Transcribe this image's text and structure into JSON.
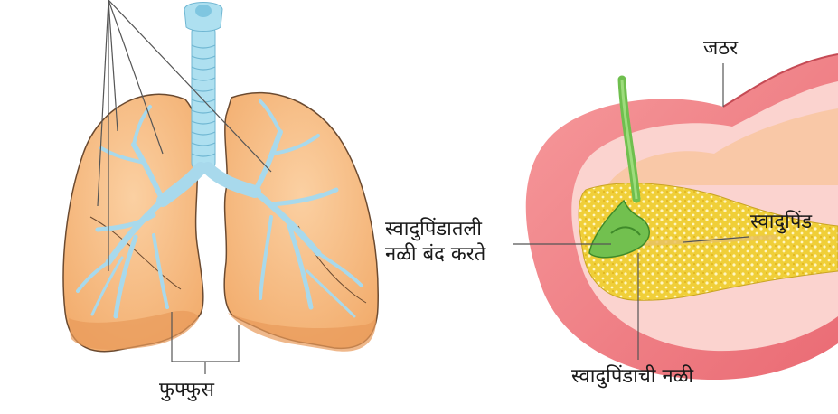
{
  "labels": {
    "lungs": "फुफ्फुस",
    "stomach": "जठर",
    "pancreas": "स्वादुपिंड",
    "blocked_duct_line1": "स्वादुपिंडातली",
    "blocked_duct_line2": "नळी बंद करते",
    "pancreatic_duct": "स्वादुपिंडाची नळी"
  },
  "colors": {
    "lung_fill": "#f5b67a",
    "lung_outline": "#6b4a30",
    "airway": "#9fd4ea",
    "stomach_outer": "#f07a7f",
    "stomach_inner": "#fbd3cf",
    "pancreas": "#f2d23a",
    "pancreas_spots": "#fff3b0",
    "duct_green": "#6fbf4e",
    "leader_line": "#555555"
  }
}
